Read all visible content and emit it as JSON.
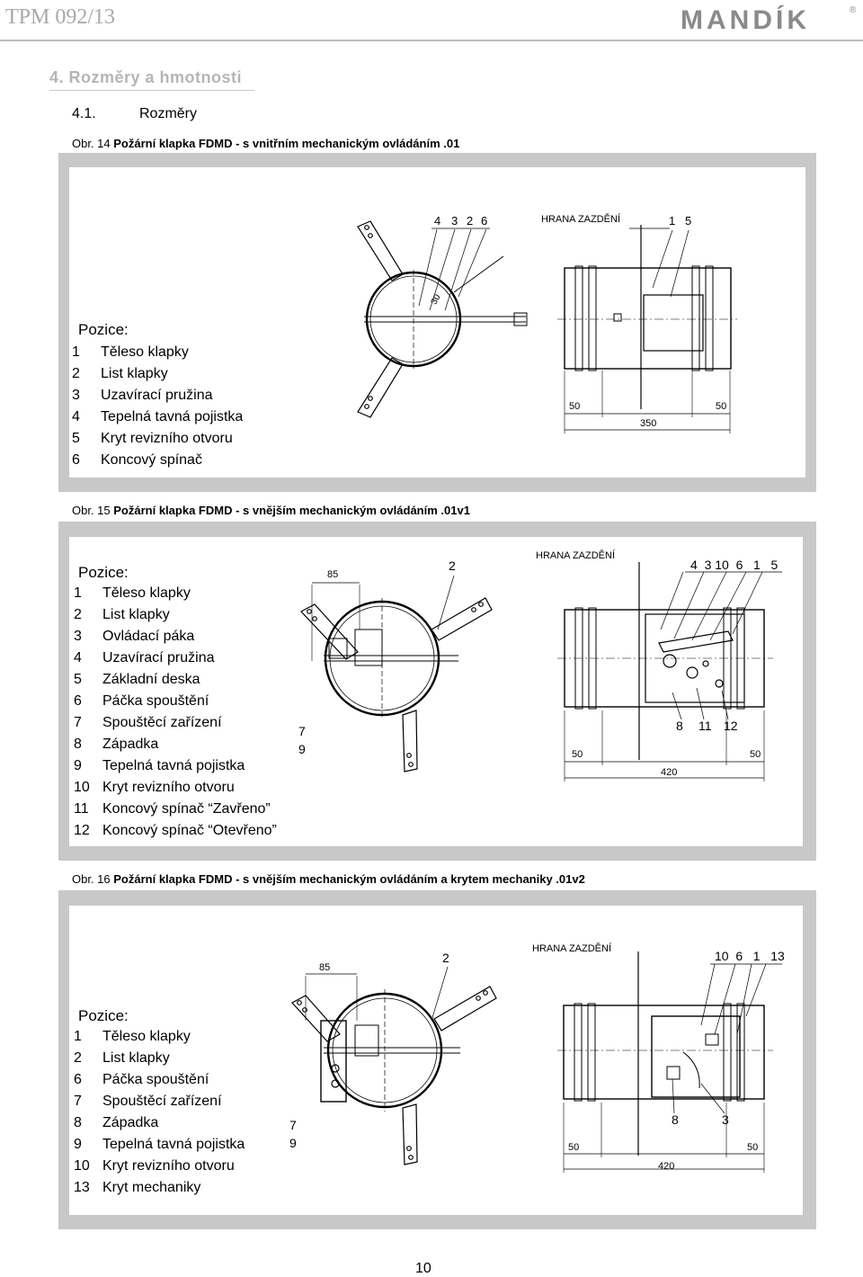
{
  "header": {
    "doc_code": "TPM 092/13",
    "logo_text": "MANDÍK",
    "logo_mark": "®"
  },
  "section": {
    "title": "4. Rozměry a hmotnosti",
    "sub_number": "4.1.",
    "sub_title": "Rozměry"
  },
  "figures": [
    {
      "caption_prefix": "Obr. 14",
      "caption": "Požární klapka FDMD - s vnitřním mechanickým ovládáním .01",
      "legend_title": "Pozice:",
      "legend": [
        {
          "num": "1",
          "text": "Těleso klapky"
        },
        {
          "num": "2",
          "text": "List klapky"
        },
        {
          "num": "3",
          "text": "Uzavírací pružina"
        },
        {
          "num": "4",
          "text": "Tepelná tavná pojistka"
        },
        {
          "num": "5",
          "text": "Kryt revizního otvoru"
        },
        {
          "num": "6",
          "text": "Koncový spínač"
        }
      ],
      "labels": {
        "hrana": "HRANA ZAZDĚNÍ",
        "n4": "4",
        "n3": "3",
        "n2": "2",
        "n6": "6",
        "n1": "1",
        "n5": "5",
        "d50a": "50",
        "d50b": "50",
        "d350": "350",
        "d30": "30"
      }
    },
    {
      "caption_prefix": "Obr. 15",
      "caption": "Požární klapka FDMD - s vnějším mechanickým ovládáním .01v1",
      "legend_title": "Pozice:",
      "legend": [
        {
          "num": "1",
          "text": "Těleso klapky"
        },
        {
          "num": "2",
          "text": "List klapky"
        },
        {
          "num": "3",
          "text": "Ovládací páka"
        },
        {
          "num": "4",
          "text": "Uzavírací pružina"
        },
        {
          "num": "5",
          "text": "Základní deska"
        },
        {
          "num": "6",
          "text": "Páčka spouštění"
        },
        {
          "num": "7",
          "text": "Spouštěcí zařízení"
        },
        {
          "num": "8",
          "text": "Západka"
        },
        {
          "num": "9",
          "text": "Tepelná tavná pojistka"
        },
        {
          "num": "10",
          "text": "Kryt revizního otvoru"
        },
        {
          "num": "11",
          "text": "Koncový spínač “Zavřeno”"
        },
        {
          "num": "12",
          "text": "Koncový spínač “Otevřeno”"
        }
      ],
      "labels": {
        "hrana": "HRANA ZAZDĚNÍ",
        "d85": "85",
        "n2": "2",
        "n7": "7",
        "n9": "9",
        "top_nums": "4  3 10  6   1   5",
        "n8": "8",
        "n11": "11",
        "n12": "12",
        "d50a": "50",
        "d50b": "50",
        "d420": "420"
      }
    },
    {
      "caption_prefix": "Obr. 16",
      "caption": "Požární klapka FDMD - s vnějším mechanickým ovládáním  a krytem mechaniky .01v2",
      "legend_title": "Pozice:",
      "legend": [
        {
          "num": "1",
          "text": "Těleso klapky"
        },
        {
          "num": "2",
          "text": "List klapky"
        },
        {
          "num": "6",
          "text": "Páčka spouštění"
        },
        {
          "num": "7",
          "text": "Spouštěcí zařízení"
        },
        {
          "num": "8",
          "text": "Západka"
        },
        {
          "num": "9",
          "text": "Tepelná tavná pojistka"
        },
        {
          "num": "10",
          "text": "Kryt revizního otvoru"
        },
        {
          "num": "13",
          "text": "Kryt mechaniky"
        }
      ],
      "labels": {
        "hrana": "HRANA ZAZDĚNÍ",
        "d85": "85",
        "n2": "2",
        "n7": "7",
        "n9": "9",
        "top_nums": "10  6   1   13",
        "n8": "8",
        "n3": "3",
        "d50a": "50",
        "d50b": "50",
        "d420": "420"
      }
    }
  ],
  "footer": {
    "page_number": "10"
  }
}
